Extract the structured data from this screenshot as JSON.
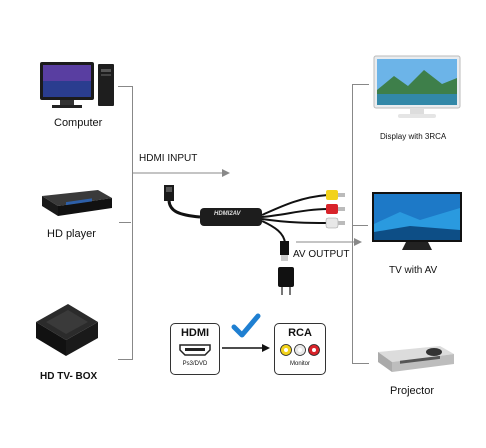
{
  "sources": [
    {
      "label": "Computer",
      "icon": "desktop-computer-icon"
    },
    {
      "label": "HD player",
      "icon": "dvd-player-icon"
    },
    {
      "label": "HD TV- BOX",
      "icon": "tv-box-icon"
    }
  ],
  "outputs": [
    {
      "label": "Display with 3RCA",
      "icon": "monitor-display-icon"
    },
    {
      "label": "TV with AV",
      "icon": "flat-tv-icon"
    },
    {
      "label": "Projector",
      "icon": "projector-icon"
    }
  ],
  "converter": {
    "brand": "HDMI2AV"
  },
  "arrows": {
    "input": "HDMI INPUT",
    "output": "AV OUTPUT"
  },
  "compat": {
    "hdmi_title": "HDMI",
    "hdmi_sub": "Ps3/DVD",
    "rca_title": "RCA",
    "rca_sub": "Monitor",
    "check_color": "#1f7fd1"
  },
  "colors": {
    "rca_yellow": "#f2d21b",
    "rca_white": "#e8e8e8",
    "rca_red": "#d8232a"
  }
}
